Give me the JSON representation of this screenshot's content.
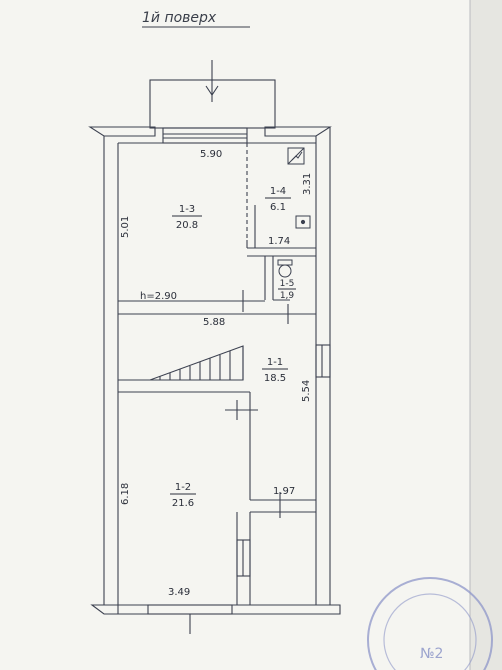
{
  "title": "1й поверх",
  "rooms": [
    {
      "id": "1-1",
      "area": "18.5"
    },
    {
      "id": "1-2",
      "area": "21.6"
    },
    {
      "id": "1-3",
      "area": "20.8"
    },
    {
      "id": "1-4",
      "area": "6.1"
    },
    {
      "id": "1-5",
      "area": "1,9"
    }
  ],
  "dimensions": {
    "top_width": "5.90",
    "left_height": "5.01",
    "right_small": "3.31",
    "small_width": "1.74",
    "ceiling": "h=2.90",
    "mid_width": "5.88",
    "right_mid": "5.54",
    "lower_left": "6.18",
    "corridor_width": "1.97",
    "bottom_width": "3.49"
  },
  "stamp": {
    "text": "№2"
  },
  "colors": {
    "line": "#3c4150",
    "paper": "#f6f6f2",
    "background": "#e9e9e4",
    "stamp": "#8d96c8"
  }
}
